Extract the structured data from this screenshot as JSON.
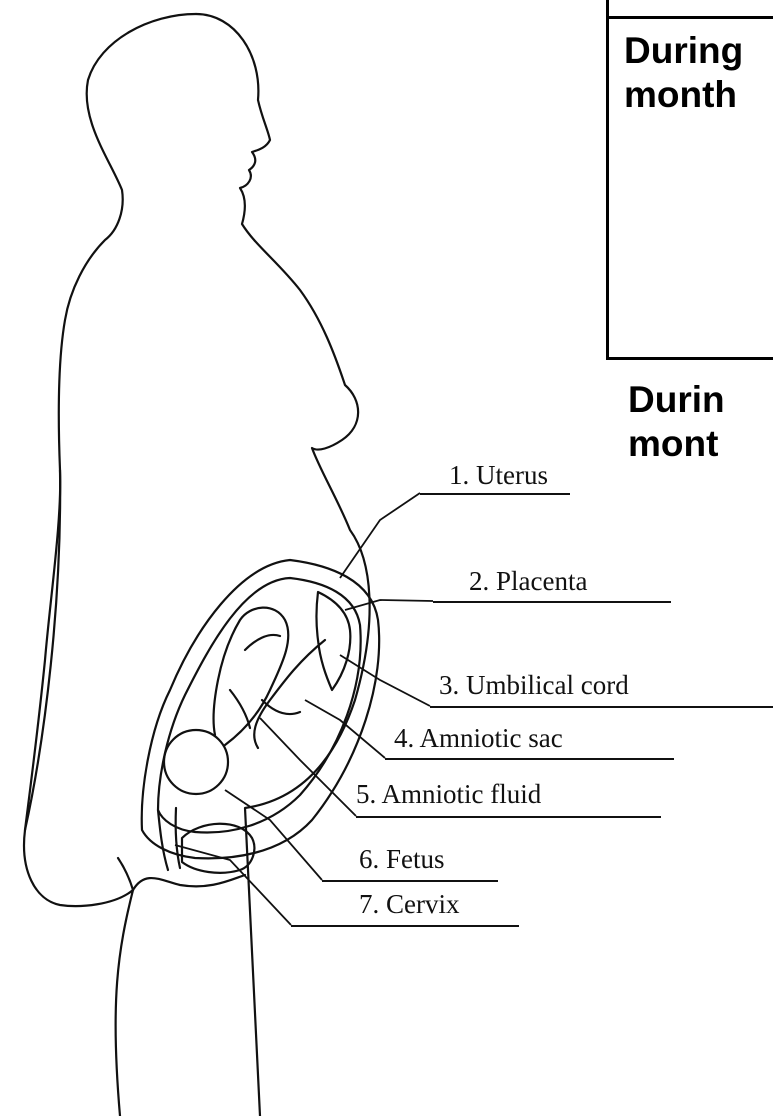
{
  "box_text": "During\nmonth",
  "outside_text": "Durin\nmont",
  "labels": [
    "1. Uterus",
    "2. Placenta",
    "3. Umbilical cord",
    "4. Amniotic sac",
    "5. Amniotic fluid",
    "6. Fetus",
    "7. Cervix"
  ]
}
